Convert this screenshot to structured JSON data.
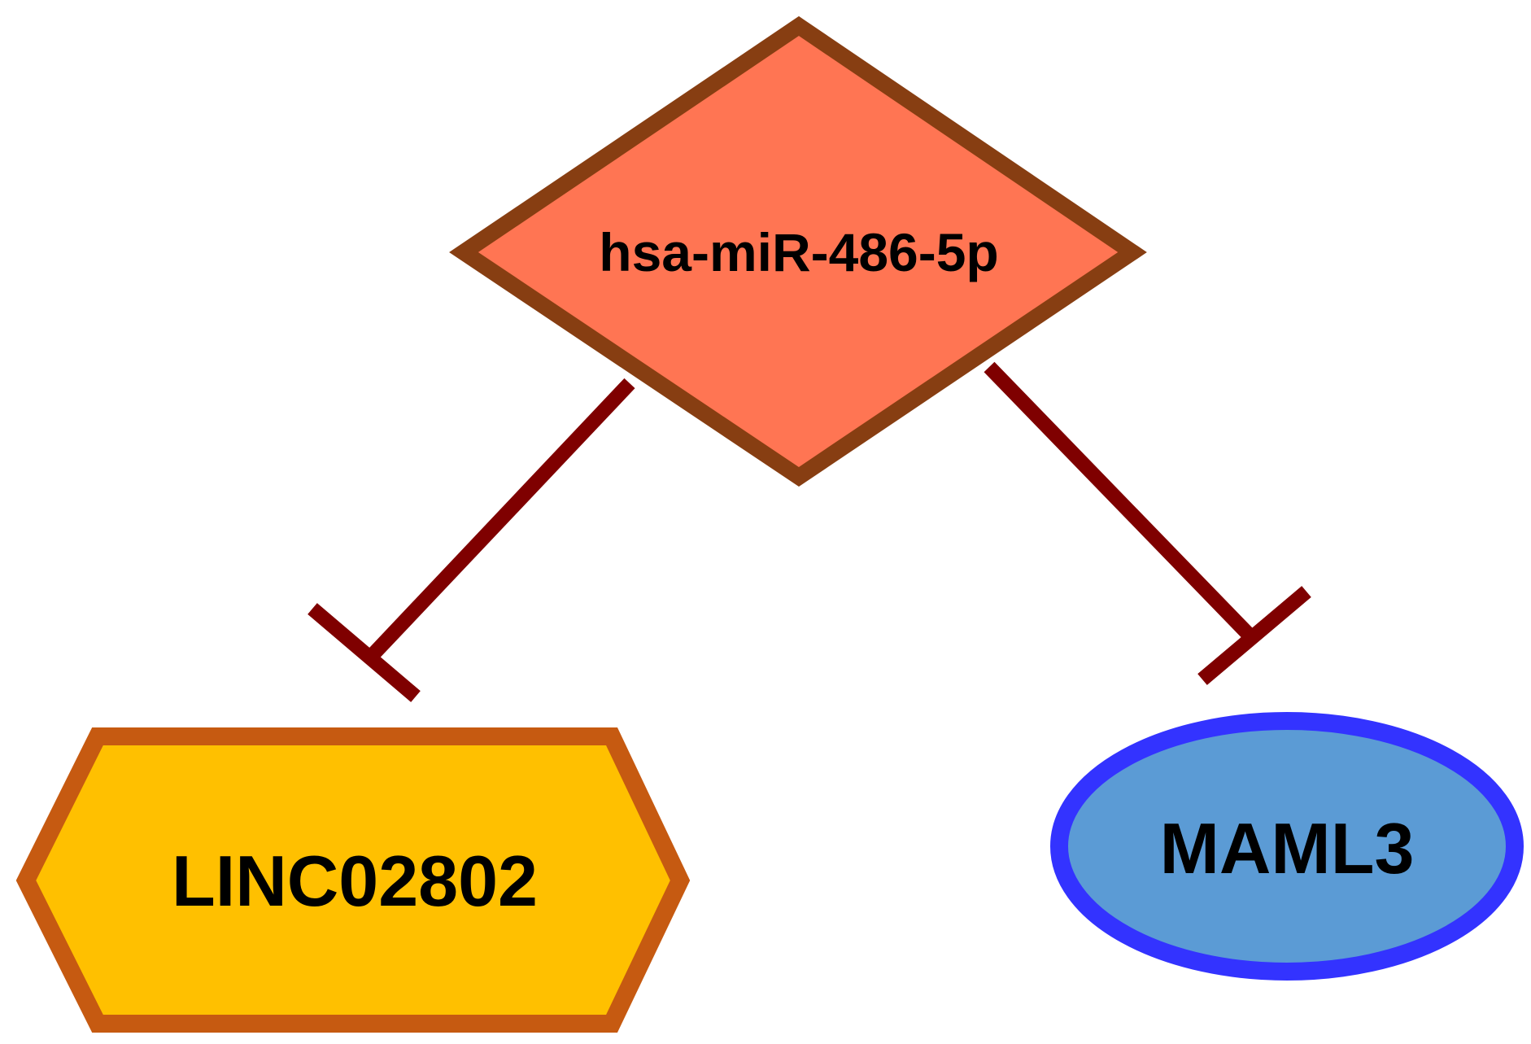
{
  "nodes": {
    "mirna": {
      "label": "hsa-miR-486-5p",
      "shape": "diamond",
      "fill": "#FF7553",
      "stroke": "#873E12"
    },
    "lncrna": {
      "label": "LINC02802",
      "shape": "hexagon",
      "fill": "#FFC000",
      "stroke": "#C65A11"
    },
    "mrna": {
      "label": "MAML3",
      "shape": "ellipse",
      "fill": "#5B9BD5",
      "stroke": "#3333FF"
    }
  },
  "edges": [
    {
      "from": "hsa-miR-486-5p",
      "to": "LINC02802",
      "type": "inhibition",
      "color": "#7F0000"
    },
    {
      "from": "hsa-miR-486-5p",
      "to": "MAML3",
      "type": "inhibition",
      "color": "#7F0000"
    }
  ]
}
